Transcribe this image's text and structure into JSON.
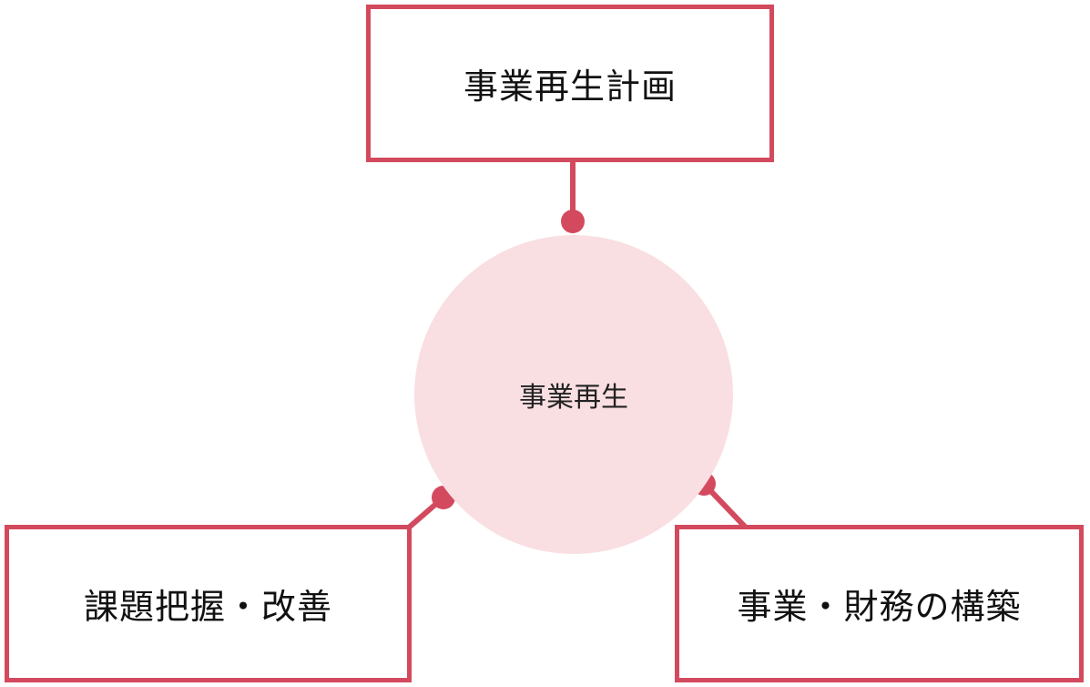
{
  "diagram": {
    "center": {
      "label": "事業再生"
    },
    "nodes": [
      {
        "id": "top",
        "label": "事業再生計画"
      },
      {
        "id": "left",
        "label": "課題把握・改善"
      },
      {
        "id": "right",
        "label": "事業・財務の構築"
      }
    ],
    "colors": {
      "accent": "#d34a5e",
      "center_fill": "#f9dfe2",
      "text": "#111111"
    }
  }
}
